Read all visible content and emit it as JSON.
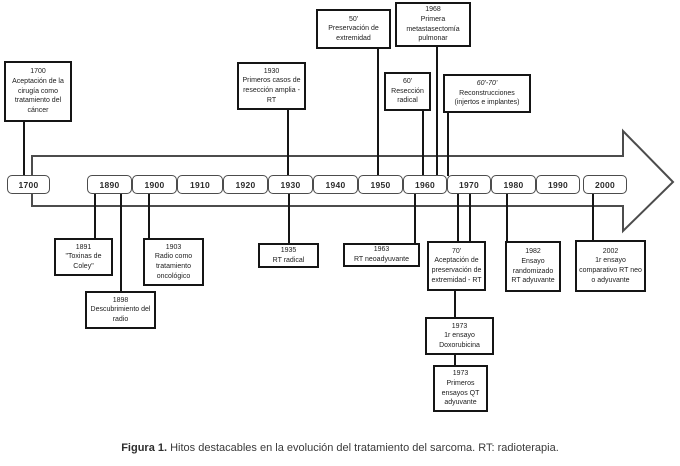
{
  "figure": {
    "caption_bold": "Figura 1.",
    "caption_rest": " Hitos destacables en la evolución del tratamiento del sarcoma. RT: radioterapia."
  },
  "timeline": {
    "years": [
      "1700",
      "1890",
      "1900",
      "1910",
      "1920",
      "1930",
      "1940",
      "1950",
      "1960",
      "1970",
      "1980",
      "1990",
      "2000"
    ]
  },
  "events_top": [
    {
      "year": "1700",
      "text": "Aceptación de la cirugía como tratamiento del cáncer"
    },
    {
      "year": "1930",
      "text": "Primeros casos de resección amplia - RT"
    },
    {
      "year": "50'",
      "text": "Preservación de extremidad"
    },
    {
      "year": "1968",
      "text": "Primera metastasectomía pulmonar"
    },
    {
      "year": "60'",
      "text": "Resección radical"
    },
    {
      "year": "60'-70'",
      "text": "Reconstrucciones (injertos e implantes)"
    }
  ],
  "events_bottom": [
    {
      "year": "1891",
      "text": "\"Toxinas de Coley\""
    },
    {
      "year": "1903",
      "text": "Radio como tratamiento oncológico"
    },
    {
      "year": "1898",
      "text": "Descubrimiento del radio"
    },
    {
      "year": "1935",
      "text": "RT radical"
    },
    {
      "year": "1963",
      "text": "RT neoadyuvante"
    },
    {
      "year": "70'",
      "text": "Aceptación de preservación de extremidad - RT"
    },
    {
      "year": "1982",
      "text": "Ensayo randomizado RT adyuvante"
    },
    {
      "year": "2002",
      "text": "1r ensayo comparativo RT neo o adyuvante"
    },
    {
      "year": "1973",
      "text": "1r ensayo Doxorubicina"
    },
    {
      "year": "1973",
      "text": "Primeros ensayos QT adyuvante"
    }
  ],
  "colors": {
    "arrow_outline": "#4c4c4c",
    "box_border": "#151515",
    "background": "#ffffff",
    "text": "#1c1c1c"
  }
}
